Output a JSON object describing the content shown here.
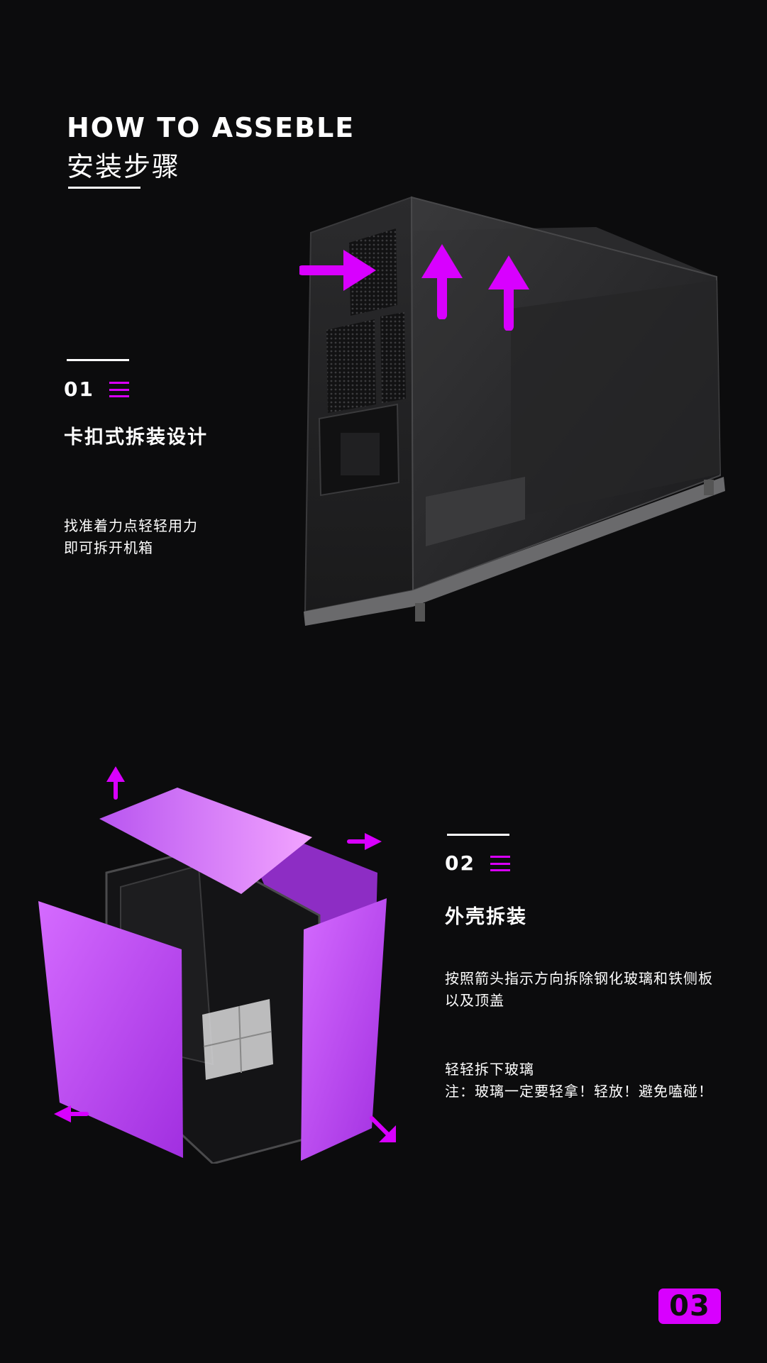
{
  "header": {
    "title_en": "HOW TO ASSEBLE",
    "title_cn": "安装步骤"
  },
  "steps": [
    {
      "number": "01",
      "title": "卡扣式拆装设计",
      "lines": [
        "找准着力点轻轻用力",
        "即可拆开机箱"
      ]
    },
    {
      "number": "02",
      "title": "外壳拆装",
      "lines": [
        "按照箭头指示方向拆除钢化玻璃和铁侧板",
        "以及顶盖"
      ],
      "note_lines": [
        "轻轻拆下玻璃",
        "注：玻璃一定要轻拿！轻放！避免嗑碰！"
      ]
    }
  ],
  "page_number": "03",
  "icons": [
    "menu-icon",
    "arrow-right-icon",
    "arrow-up-icon",
    "arrow-left-icon",
    "arrow-down-right-icon"
  ],
  "colors": {
    "background": "#0c0c0d",
    "accent": "#d800ff",
    "text": "#ffffff"
  }
}
